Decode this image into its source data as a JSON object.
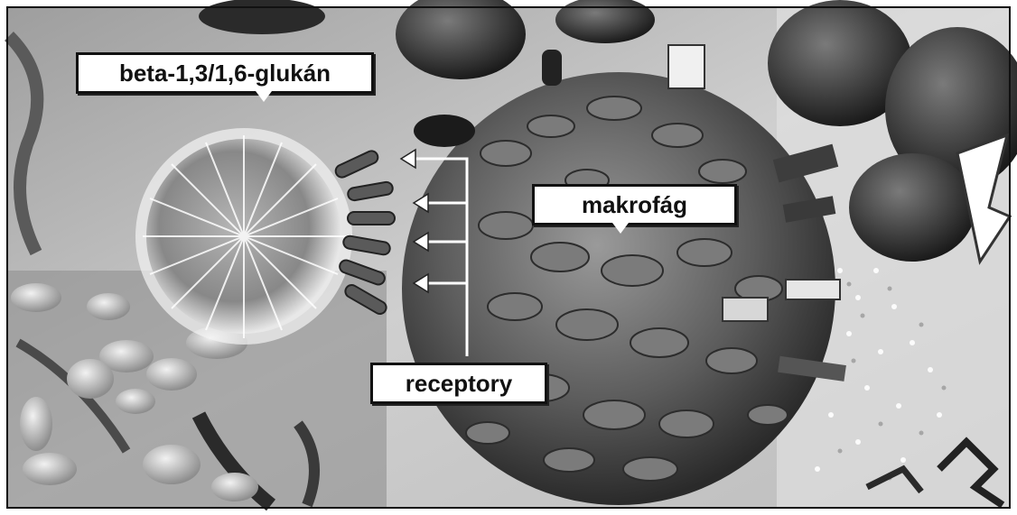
{
  "labels": {
    "beta_glucan": "beta-1,3/1,6-glukán",
    "macrophage": "makrofág",
    "receptors": "receptory"
  },
  "colors": {
    "frame_border": "#111111",
    "label_background": "#ffffff",
    "label_text": "#111111"
  }
}
